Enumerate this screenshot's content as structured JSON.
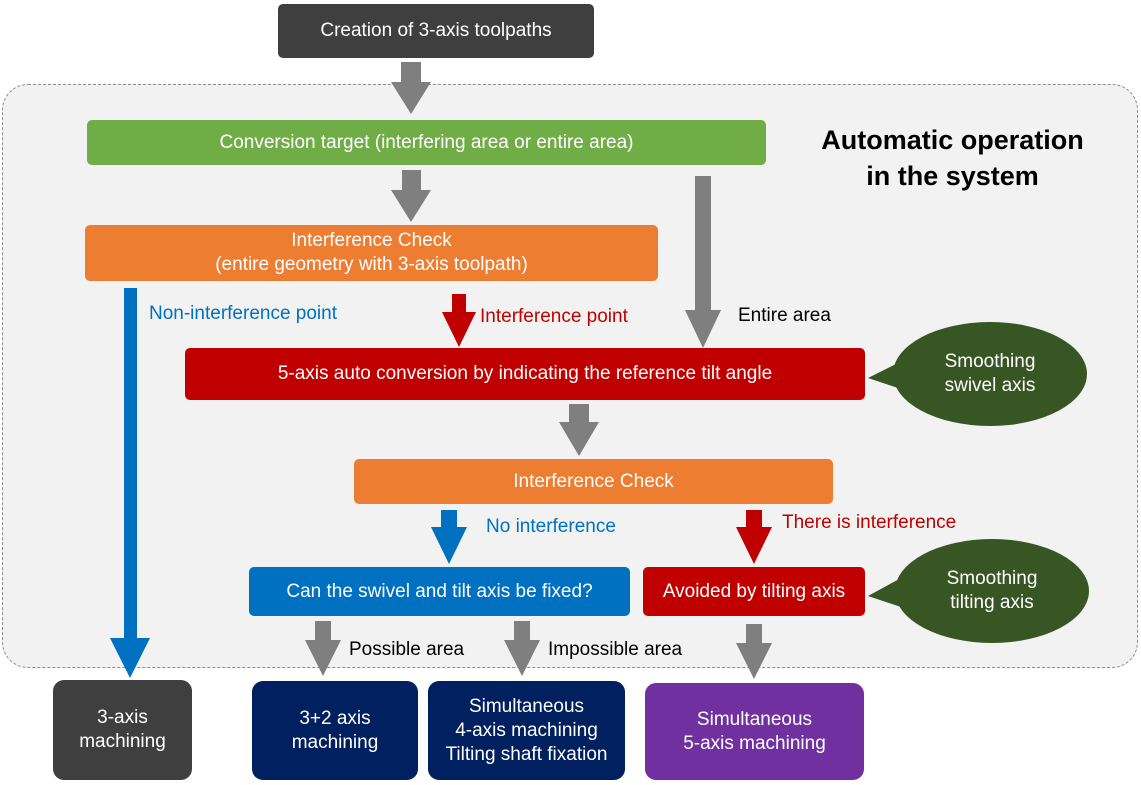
{
  "title": "Automatic operation\nin the system",
  "colors": {
    "dark_gray": "#3f3f3f",
    "green": "#70ad47",
    "orange": "#ed7d31",
    "red": "#c00000",
    "blue": "#0070c0",
    "navy": "#002060",
    "purple": "#7030a0",
    "dark_green": "#375623",
    "arrow_gray": "#7f7f7f"
  },
  "boxes": {
    "creation": "Creation of 3-axis toolpaths",
    "conversion_target": "Conversion target (interfering area or entire area)",
    "interference_check_1": "Interference Check\n(entire geometry with 3-axis toolpath)",
    "auto_conversion": "5-axis auto conversion  by indicating the reference tilt angle",
    "interference_check_2": "Interference Check",
    "can_fix": "Can the swivel and tilt axis be fixed?",
    "avoided": "Avoided by tilting axis",
    "three_axis": "3-axis\nmachining",
    "three_plus_two": "3+2 axis\nmachining",
    "four_axis": "Simultaneous\n4-axis machining\nTilting shaft fixation",
    "five_axis": "Simultaneous\n5-axis machining"
  },
  "callouts": {
    "swivel": "Smoothing\nswivel axis",
    "tilting": "Smoothing\ntilting axis"
  },
  "labels": {
    "non_interference_point": "Non-interference point",
    "interference_point": "Interference point",
    "entire_area": "Entire area",
    "no_interference": "No interference",
    "there_is_interference": "There is interference",
    "possible_area": "Possible area",
    "impossible_area": "Impossible area"
  }
}
